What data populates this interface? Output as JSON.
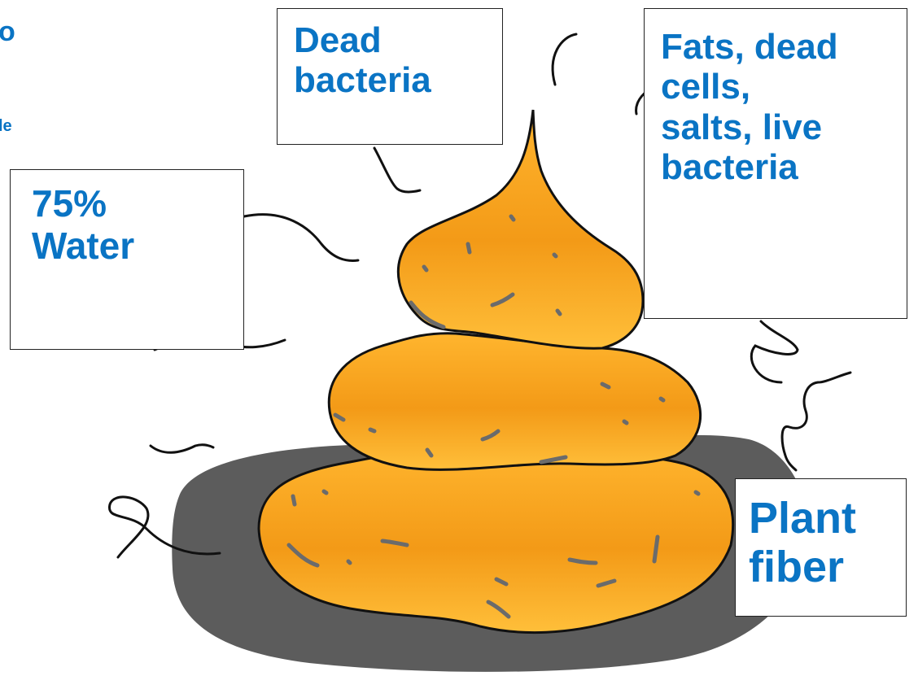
{
  "labels": {
    "dead_bacteria": "Dead\nbacteria",
    "water": "75%\nWater",
    "fats": "Fats, dead\ncells,\nsalts, live\nbacteria",
    "plant_fiber": "Plant\nfiber"
  },
  "edge_fragments": {
    "top": "o",
    "middle": "le"
  },
  "colors": {
    "label_text": "#0a74c4",
    "stool_fill": "#f5a020",
    "stool_outline": "#111111",
    "shadow": "#5c5c5c",
    "speck": "#6b6b6b"
  }
}
